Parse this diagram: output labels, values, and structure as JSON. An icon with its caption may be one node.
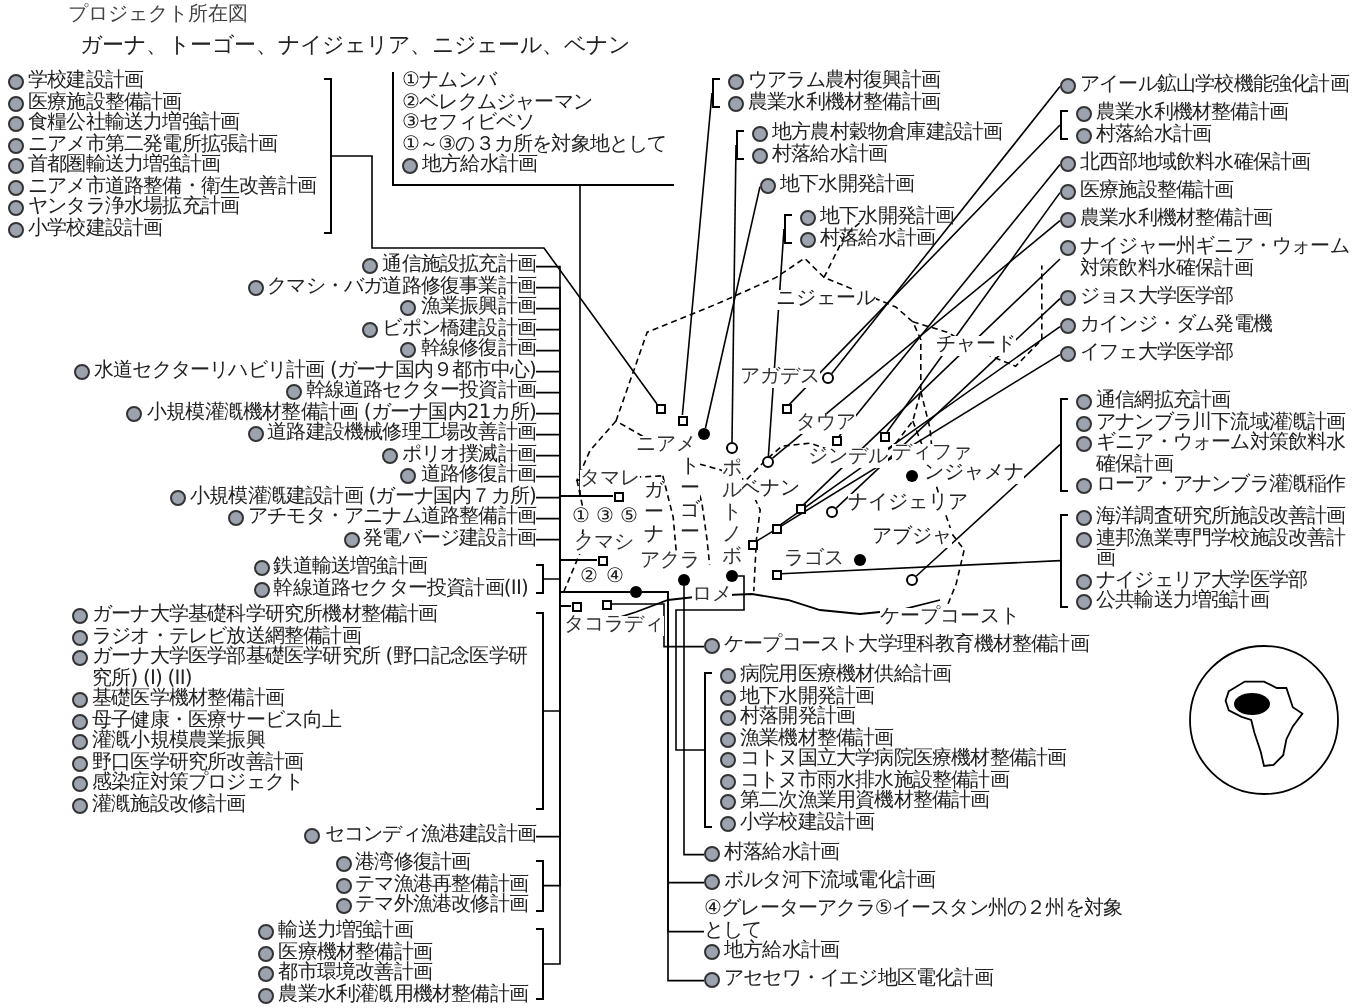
{
  "diagram": {
    "title": "プロジェクト所在図",
    "nodes": [
      {
        "text": [
          "学校建設計画",
          "医療施設整備計画",
          "食糧公社輸送力増強計画",
          "ニアメ市第二発電所拡張計画",
          "首都圏輸送力増強計画",
          "ニアメ市道路整備・衛生改善計画",
          "ヤンタラ浄水場拡充計画",
          "小学校建設計画"
        ]
      },
      {
        "text": [
          "①ナムンバ",
          "②ベレクムジャーマン",
          "③セフィビベソ",
          "①～③の３カ所を対象地として",
          "地方給水計画"
        ]
      },
      {
        "text": [
          "ウアラム農村復興計画",
          "農業水利機材整備計画"
        ]
      },
      {
        "text": [
          "地方農村穀物倉庫建設計画",
          "村落給水計画"
        ]
      },
      {
        "text": [
          "地下水開発計画"
        ]
      },
      {
        "text": [
          "地下水開発計画",
          "村落給水計画"
        ]
      },
      {
        "text": [
          "アイール鉱山学校機能強化計画"
        ]
      },
      {
        "text": [
          "農業水利機材整備計画",
          "村落給水計画"
        ]
      },
      {
        "text": [
          "北西部地域飲料水確保計画"
        ]
      },
      {
        "text": [
          "医療施設整備計画"
        ]
      },
      {
        "text": [
          "農業水利機材整備計画"
        ]
      },
      {
        "text": [
          "ナイジャー州ギニア・ウォーム対策飲料水確保計画"
        ]
      },
      {
        "text": [
          "ジョス大学医学部"
        ]
      },
      {
        "text": [
          "カインジ・ダム発電機"
        ]
      },
      {
        "text": [
          "イフェ大学医学部"
        ]
      },
      {
        "text": [
          "通信施設拡充計画"
        ]
      },
      {
        "text": [
          "クマシ・バガ道路修復事業計画"
        ]
      },
      {
        "text": [
          "漁業振興計画"
        ]
      },
      {
        "text": [
          "ビポン橋建設計画"
        ]
      },
      {
        "text": [
          "幹線修復計画"
        ]
      },
      {
        "text": [
          "水道セクターリハビリ計画 (ガーナ国内９都市中心)"
        ]
      },
      {
        "text": [
          "幹線道路セクター投資計画"
        ]
      },
      {
        "text": [
          "小規模灌漑機材整備計画 (ガーナ国内21カ所)"
        ]
      },
      {
        "text": [
          "道路建設機械修理工場改善計画"
        ]
      },
      {
        "text": [
          "ポリオ撲滅計画"
        ]
      },
      {
        "text": [
          "道路修復計画"
        ]
      },
      {
        "text": [
          "小規模灌漑建設計画 (ガーナ国内７カ所)"
        ]
      },
      {
        "text": [
          "アチモタ・アニナム道路整備計画"
        ]
      },
      {
        "text": [
          "発電バージ建設計画"
        ]
      },
      {
        "text": [
          "鉄道輸送増強計画",
          "幹線道路セクター投資計画(II)"
        ]
      },
      {
        "text": [
          "ガーナ大学基礎科学研究所機材整備計画",
          "ラジオ・テレビ放送網整備計画",
          "ガーナ大学医学部基礎医学研究所 (野口記念医学研究所) (I) (II)",
          "基礎医学機材整備計画",
          "母子健康・医療サービス向上",
          "灌漑小規模農業振興",
          "野口医学研究所改善計画",
          "感染症対策プロジェクト",
          "灌漑施設改修計画"
        ]
      },
      {
        "text": [
          "セコンディ漁港建設計画"
        ]
      },
      {
        "text": [
          "港湾修復計画",
          "テマ漁港再整備計画",
          "テマ外漁港改修計画"
        ]
      },
      {
        "text": [
          "輸送力増強計画",
          "医療機材整備計画",
          "都市環境改善計画",
          "農業水利灌漑用機材整備計画"
        ]
      },
      {
        "text": [
          "ケープコースト大学理科教育機材整備計画"
        ]
      },
      {
        "text": [
          "病院用医療機材供給計画",
          "地下水開発計画",
          "村落開発計画",
          "漁業機材整備計画",
          "コトヌ国立大学病院医療機材整備計画",
          "コトヌ市雨水排水施設整備計画",
          "第二次漁業用資機材整備計画",
          "小学校建設計画"
        ]
      },
      {
        "text": [
          "村落給水計画"
        ]
      },
      {
        "text": [
          "ボルタ河下流域電化計画"
        ]
      },
      {
        "text": [
          "地方給水計画"
        ],
        "beside": [
          "④グレーターアクラ⑤イースタン州の２州を対象として"
        ]
      },
      {
        "text": [
          "アセセワ・イエジ地区電化計画"
        ]
      },
      {
        "text": [
          "通信網拡充計画",
          "アナンブラ川下流域灌漑計画",
          "ギニア・ウォーム対策飲料水確保計画",
          "ローア・アナンブラ灌漑稲作"
        ]
      },
      {
        "text": [
          "海洋調査研究所施設改善計画",
          "連邦漁業専門学校施設改善計画",
          "ナイジェリア大学医学部",
          "公共輸送力増強計画"
        ]
      },
      {
        "text": [],
        "shape": "circle",
        "beside": [
          "アガデス"
        ]
      },
      {
        "text": [],
        "shape": "box",
        "beside": [
          "タウア"
        ]
      },
      {
        "text": [],
        "shape": "box"
      },
      {
        "text": [],
        "shape": "box"
      },
      {
        "text": [],
        "shape": "dot",
        "beside": [
          "ニアメ"
        ]
      },
      {
        "text": [],
        "shape": "circle"
      },
      {
        "text": [],
        "shape": "circle"
      },
      {
        "text": [],
        "shape": "box",
        "beside": [
          "ジンデル"
        ]
      },
      {
        "text": [],
        "shape": "box",
        "beside": [
          "ディファ"
        ]
      },
      {
        "text": [],
        "shape": "box"
      },
      {
        "text": [],
        "shape": "circle"
      },
      {
        "text": [],
        "shape": "box"
      },
      {
        "text": [],
        "shape": "box",
        "beside": [
          "タマレ"
        ]
      },
      {
        "text": [],
        "shape": "box"
      },
      {
        "text": [],
        "shape": "circle"
      },
      {
        "text": [],
        "shape": "box",
        "beside": [
          "クマシ"
        ]
      },
      {
        "text": [],
        "shape": "box",
        "beside": [
          "ラゴス"
        ]
      },
      {
        "text": [],
        "shape": "dot",
        "beside": [
          "ロメ"
        ]
      },
      {
        "text": [],
        "shape": "dot",
        "beside": [
          "ポルトノボ"
        ]
      },
      {
        "text": [],
        "shape": "dot",
        "beside": [
          "アクラ"
        ]
      },
      {
        "text": [],
        "shape": "box",
        "beside": [
          "タコラディ"
        ]
      },
      {
        "text": [],
        "shape": "box"
      }
    ],
    "edges": [
      {
        "from": 0,
        "to": 44,
        "arrow": "none"
      },
      {
        "from": 2,
        "to": 45,
        "arrow": "none"
      },
      {
        "from": 3,
        "to": 47,
        "arrow": "none"
      },
      {
        "from": 4,
        "to": 46,
        "arrow": "none"
      },
      {
        "from": 5,
        "to": 48,
        "arrow": "none"
      },
      {
        "from": 1,
        "to": 54,
        "arrow": "none"
      },
      {
        "from": 6,
        "to": 42,
        "arrow": "none"
      },
      {
        "from": 7,
        "to": 43,
        "arrow": "none"
      },
      {
        "from": 8,
        "to": 49,
        "arrow": "none"
      },
      {
        "from": 9,
        "to": 50,
        "arrow": "none"
      },
      {
        "from": 10,
        "to": 48,
        "arrow": "none"
      },
      {
        "from": 11,
        "to": 51,
        "arrow": "none"
      },
      {
        "from": 12,
        "to": 52,
        "arrow": "none"
      },
      {
        "from": 13,
        "to": 53,
        "arrow": "none"
      },
      {
        "from": 14,
        "to": 55,
        "arrow": "none"
      },
      {
        "from": 15,
        "to": 54,
        "arrow": "none"
      },
      {
        "from": 16,
        "to": 57,
        "arrow": "none"
      },
      {
        "from": 17,
        "to": 62,
        "arrow": "none"
      },
      {
        "from": 18,
        "to": 57,
        "arrow": "none"
      },
      {
        "from": 19,
        "to": 57,
        "arrow": "none"
      },
      {
        "from": 20,
        "to": 61,
        "arrow": "none"
      },
      {
        "from": 21,
        "to": 57,
        "arrow": "none"
      },
      {
        "from": 22,
        "to": 54,
        "arrow": "none"
      },
      {
        "from": 23,
        "to": 61,
        "arrow": "none"
      },
      {
        "from": 24,
        "to": 61,
        "arrow": "none"
      },
      {
        "from": 25,
        "to": 57,
        "arrow": "none"
      },
      {
        "from": 26,
        "to": 54,
        "arrow": "none"
      },
      {
        "from": 27,
        "to": 61,
        "arrow": "none"
      },
      {
        "from": 28,
        "to": 62,
        "arrow": "none"
      },
      {
        "from": 29,
        "to": 62,
        "arrow": "none"
      },
      {
        "from": 30,
        "to": 61,
        "arrow": "none"
      },
      {
        "from": 31,
        "to": 62,
        "arrow": "none"
      },
      {
        "from": 32,
        "to": 61,
        "arrow": "none"
      },
      {
        "from": 33,
        "to": 61,
        "arrow": "none"
      },
      {
        "from": 34,
        "to": 63,
        "arrow": "none"
      },
      {
        "from": 35,
        "to": 60,
        "arrow": "none"
      },
      {
        "from": 36,
        "to": 59,
        "arrow": "none"
      },
      {
        "from": 37,
        "to": 61,
        "arrow": "none"
      },
      {
        "from": 38,
        "to": 61,
        "arrow": "none"
      },
      {
        "from": 39,
        "to": 61,
        "arrow": "none"
      },
      {
        "from": 40,
        "to": 56,
        "arrow": "none"
      },
      {
        "from": 41,
        "to": 58,
        "arrow": "none"
      }
    ],
    "labels": [
      "ガーナ、トーゴー、ナイジェリア、ニジェール、ベナン",
      "ニジェール",
      "チャード",
      "ンジャメナ",
      "ベナン",
      "ナイジェリア",
      "アブジャ",
      "ガーナ",
      "トーゴー",
      "ケープコースト",
      "①",
      "②",
      "③",
      "④",
      "⑤"
    ]
  }
}
